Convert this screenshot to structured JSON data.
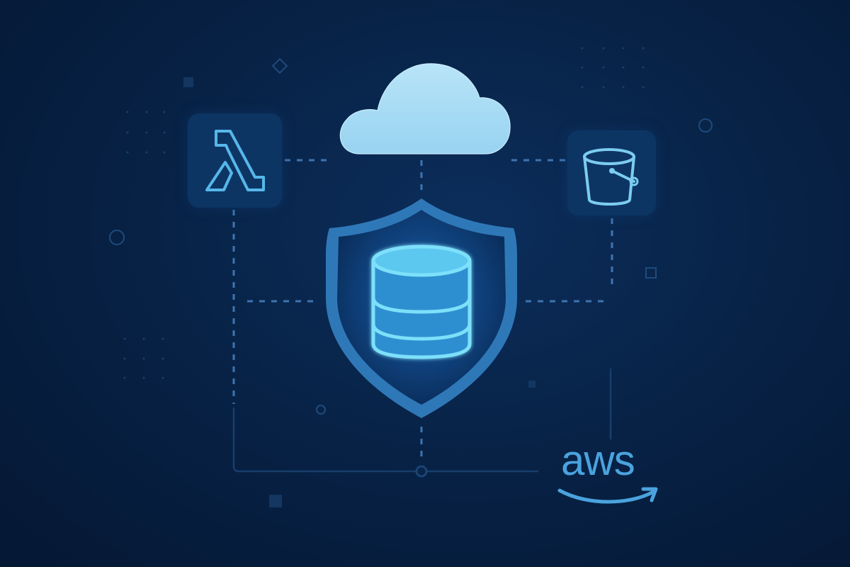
{
  "diagram": {
    "title": "AWS secure database architecture illustration",
    "nodes": [
      {
        "id": "cloud",
        "icon": "cloud-icon",
        "label": ""
      },
      {
        "id": "lambda",
        "icon": "lambda-icon",
        "label": ""
      },
      {
        "id": "s3",
        "icon": "bucket-icon",
        "label": ""
      },
      {
        "id": "database",
        "icon": "database-icon",
        "label": "",
        "container": "shield-icon"
      }
    ],
    "edges": [
      {
        "from": "cloud",
        "to": "database",
        "style": "dashed"
      },
      {
        "from": "lambda",
        "to": "cloud",
        "style": "dashed"
      },
      {
        "from": "s3",
        "to": "cloud",
        "style": "dashed"
      },
      {
        "from": "lambda",
        "to": "database",
        "style": "dashed"
      },
      {
        "from": "s3",
        "to": "database",
        "style": "dashed"
      },
      {
        "from": "database",
        "to": "bus",
        "style": "dashed"
      },
      {
        "from": "lambda",
        "to": "aws",
        "style": "solid"
      }
    ]
  },
  "logo": {
    "text": "aws"
  },
  "colors": {
    "background": "#061c3c",
    "tile": "#0d3563",
    "accent": "#4aa3de",
    "glow": "#6fd3f5",
    "cloud": "#a6dcf5",
    "shield": "#2f78b8",
    "connector": "#3f74b0"
  }
}
